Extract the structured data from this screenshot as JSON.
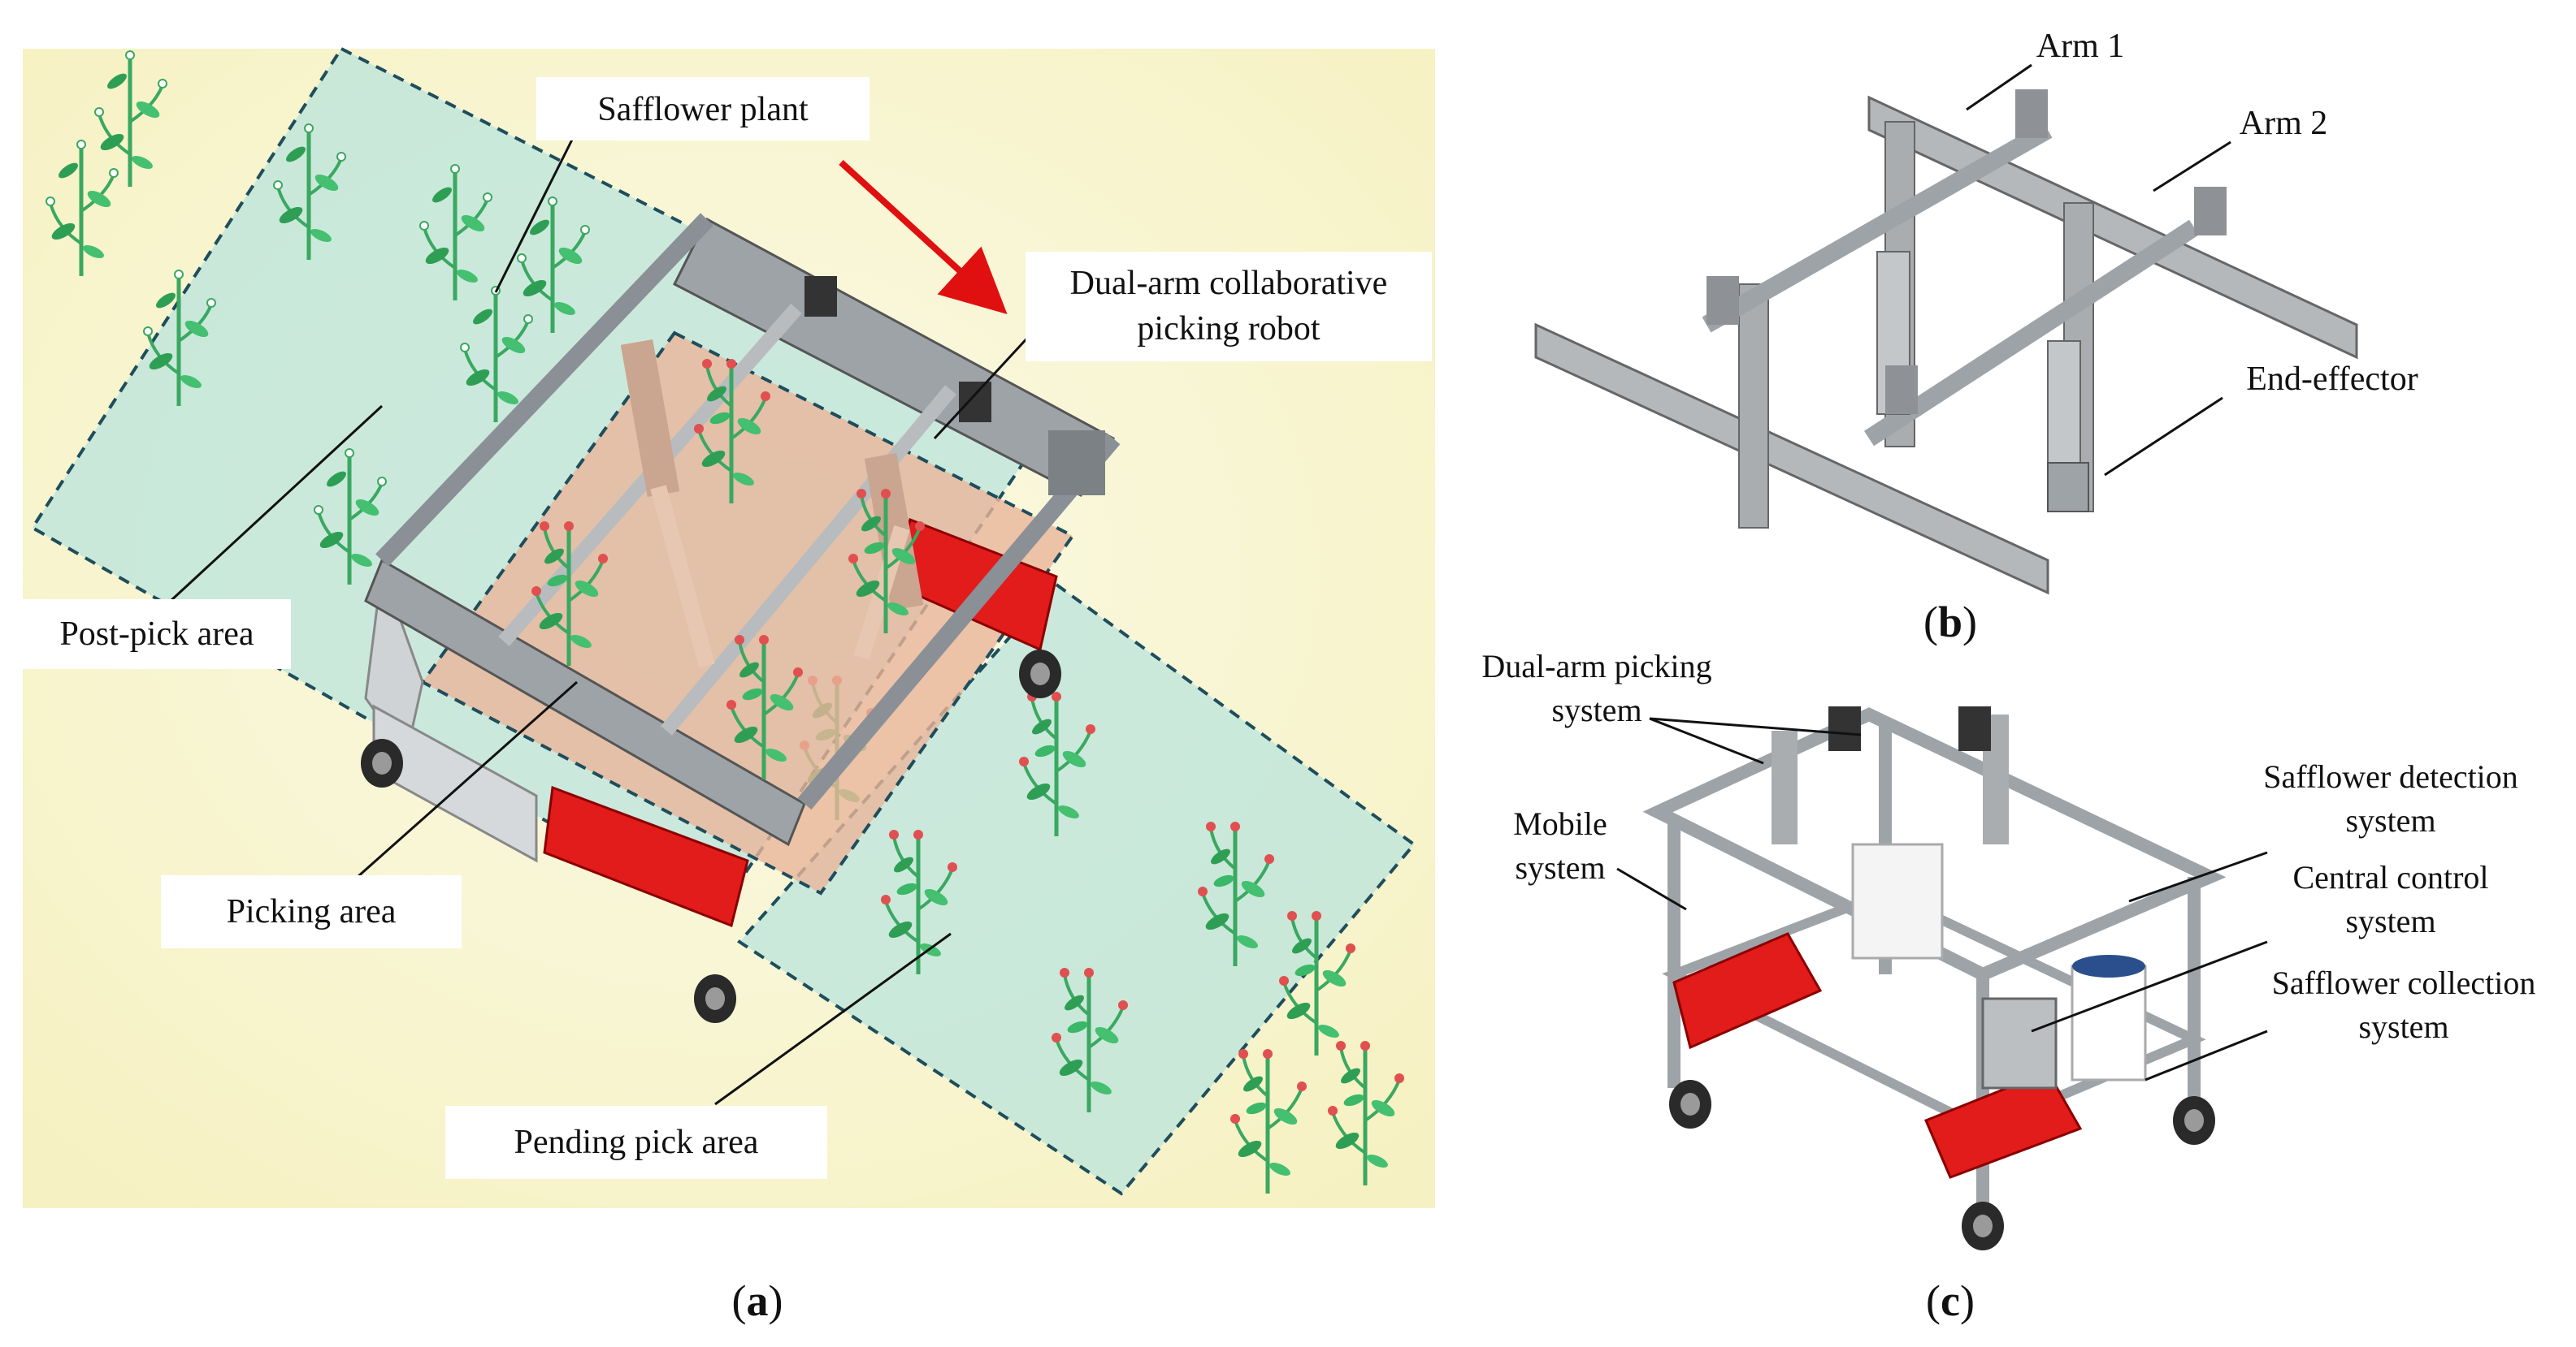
{
  "panel_a": {
    "labels": {
      "safflower_plant": "Safflower plant",
      "robot_line1": "Dual-arm collaborative",
      "robot_line2": "picking robot",
      "post_pick_area": "Post-pick area",
      "picking_area": "Picking area",
      "pending_pick_area": "Pending pick area"
    },
    "caption_letter": "a"
  },
  "panel_b": {
    "labels": {
      "arm1": "Arm 1",
      "arm2": "Arm 2",
      "end_effector": "End-effector"
    },
    "caption_letter": "b"
  },
  "panel_c": {
    "labels": {
      "dual_arm_line1": "Dual-arm picking",
      "dual_arm_line2": "system",
      "mobile_line1": "Mobile",
      "mobile_line2": "system",
      "detection_line1": "Safflower detection",
      "detection_line2": "system",
      "control_line1": "Central control",
      "control_line2": "system",
      "collection_line1": "Safflower collection",
      "collection_line2": "system"
    },
    "caption_letter": "c"
  },
  "colors": {
    "field_background": "#faf8d4",
    "zone_fill": "#b9e4dc",
    "zone_border": "#1e4d5c",
    "frame_metal": "#9ea3a8",
    "battery_red": "#e21b1b",
    "picking_area_tint": "#e8b59a",
    "plant_green": "#3dbf6a",
    "flower_red": "#e05050",
    "direction_arrow": "#e01010"
  }
}
